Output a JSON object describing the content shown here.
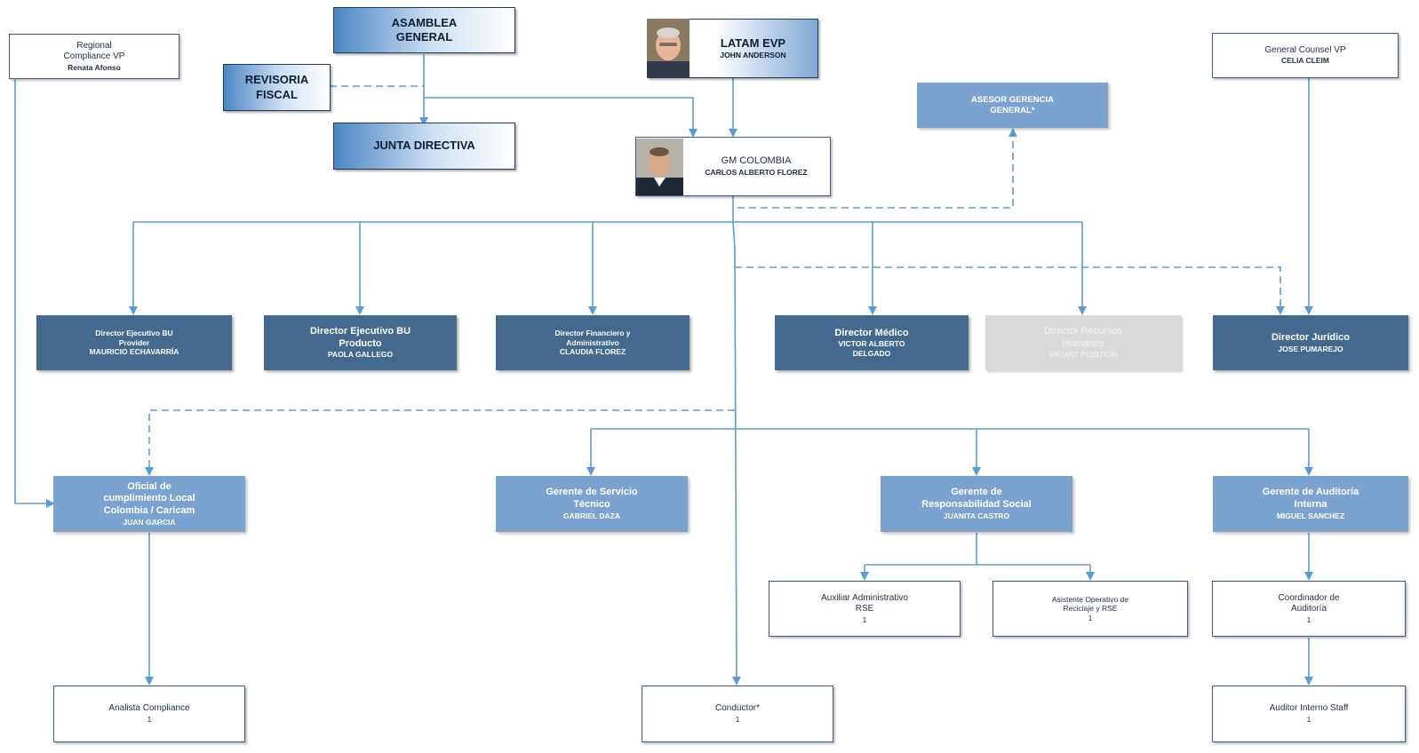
{
  "colors": {
    "line": "#5b9bd5",
    "dark_box": "#44698f",
    "medium_box": "#7aa3cf",
    "vacant_box": "#d9d9d9",
    "border": "#3b5b80"
  },
  "nodes": {
    "regional_compliance": {
      "title": "Regional\nCompliance VP",
      "name": "Renata Afonso"
    },
    "asamblea": {
      "title": "ASAMBLEA\nGENERAL"
    },
    "revisoria": {
      "title": "REVISORIA\nFISCAL"
    },
    "junta": {
      "title": "JUNTA DIRECTIVA"
    },
    "latam_evp": {
      "title": "LATAM EVP",
      "name": "JOHN ANDERSON",
      "photo_icon": "person-photo-icon"
    },
    "gm_colombia": {
      "title": "GM COLOMBIA",
      "name": "CARLOS ALBERTO FLOREZ",
      "photo_icon": "person-photo-icon"
    },
    "asesor_gerencia": {
      "title": "ASESOR GERENCIA\nGENERAL*"
    },
    "general_counsel": {
      "title": "General Counsel VP",
      "name": "CELIA CLEIM"
    },
    "dir_provider": {
      "title": "Director Ejecutivo BU\nProvider",
      "name": "MAURICIO ECHAVARRÍA"
    },
    "dir_producto": {
      "title": "Director Ejecutivo BU\nProducto",
      "name": "PAOLA GALLEGO"
    },
    "dir_financiero": {
      "title": "Director Financiero y\nAdministrativo",
      "name": "CLAUDIA FLOREZ"
    },
    "dir_medico": {
      "title": "Director Médico",
      "name": "VICTOR ALBERTO\nDELGADO"
    },
    "dir_rrhh": {
      "title": "Director Recursos\nHumanos",
      "name": "VACANT POSITION"
    },
    "dir_juridico": {
      "title": "Director Jurídico",
      "name": "JOSE PUMAREJO"
    },
    "oficial_cumplimiento": {
      "title": "Oficial de\ncumplimiento Local\nColombia / Caricam",
      "name": "JUAN GARCIA"
    },
    "gerente_servicio": {
      "title": "Gerente de Servicio\nTécnico",
      "name": "GABRIEL DAZA"
    },
    "gerente_rse": {
      "title": "Gerente de\nResponsabilidad Social",
      "name": "JUANITA CASTRO"
    },
    "gerente_auditoria": {
      "title": "Gerente de Auditoría\nInterna",
      "name": "MIGUEL SANCHEZ"
    },
    "auxiliar_admin": {
      "title": "Auxiliar Administrativo\nRSE",
      "count": "1"
    },
    "asistente_operativo": {
      "title": "Asistente Operativo de\nReciclaje y RSE",
      "count": "1"
    },
    "coordinador_auditoria": {
      "title": "Coordinador de\nAuditoría",
      "count": "1"
    },
    "analista_compliance": {
      "title": "Analista Compliance",
      "count": "1"
    },
    "conductor": {
      "title": "Conductor*",
      "count": "1"
    },
    "auditor_interno": {
      "title": "Auditor Interno Staff",
      "count": "1"
    }
  }
}
